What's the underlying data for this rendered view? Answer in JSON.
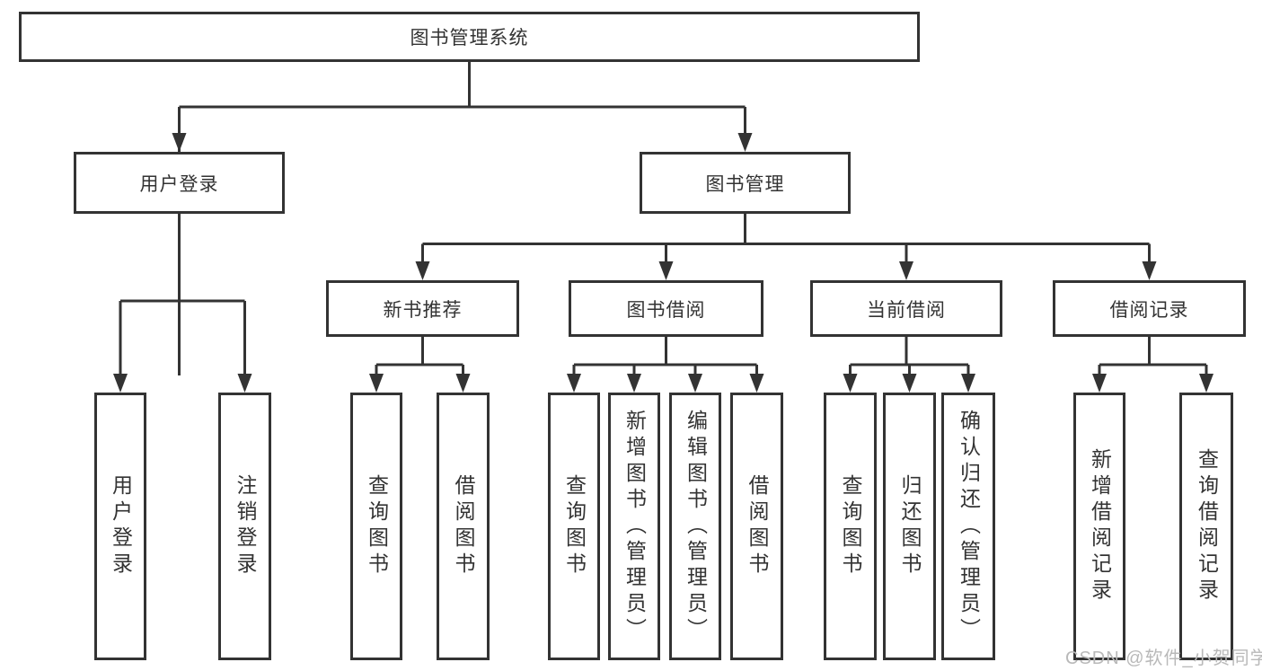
{
  "diagram": {
    "root": {
      "label": "图书管理系统"
    },
    "branches": [
      {
        "label": "用户登录",
        "children": [
          "用户登录",
          "注销登录"
        ]
      },
      {
        "label": "图书管理",
        "modules": [
          {
            "label": "新书推荐",
            "children": [
              "查询图书",
              "借阅图书"
            ]
          },
          {
            "label": "图书借阅",
            "children": [
              "查询图书",
              "新增图书（管理员）",
              "编辑图书（管理员）",
              "借阅图书"
            ]
          },
          {
            "label": "当前借阅",
            "children": [
              "查询图书",
              "归还图书",
              "确认归还（管理员）"
            ]
          },
          {
            "label": "借阅记录",
            "children": [
              "新增借阅记录",
              "查询借阅记录"
            ]
          }
        ]
      }
    ]
  },
  "watermark": "CSDN @软件_小贺同学",
  "colors": {
    "line": "#333333",
    "text": "#333333",
    "watermark": "#b9b9b9",
    "background": "#ffffff"
  }
}
